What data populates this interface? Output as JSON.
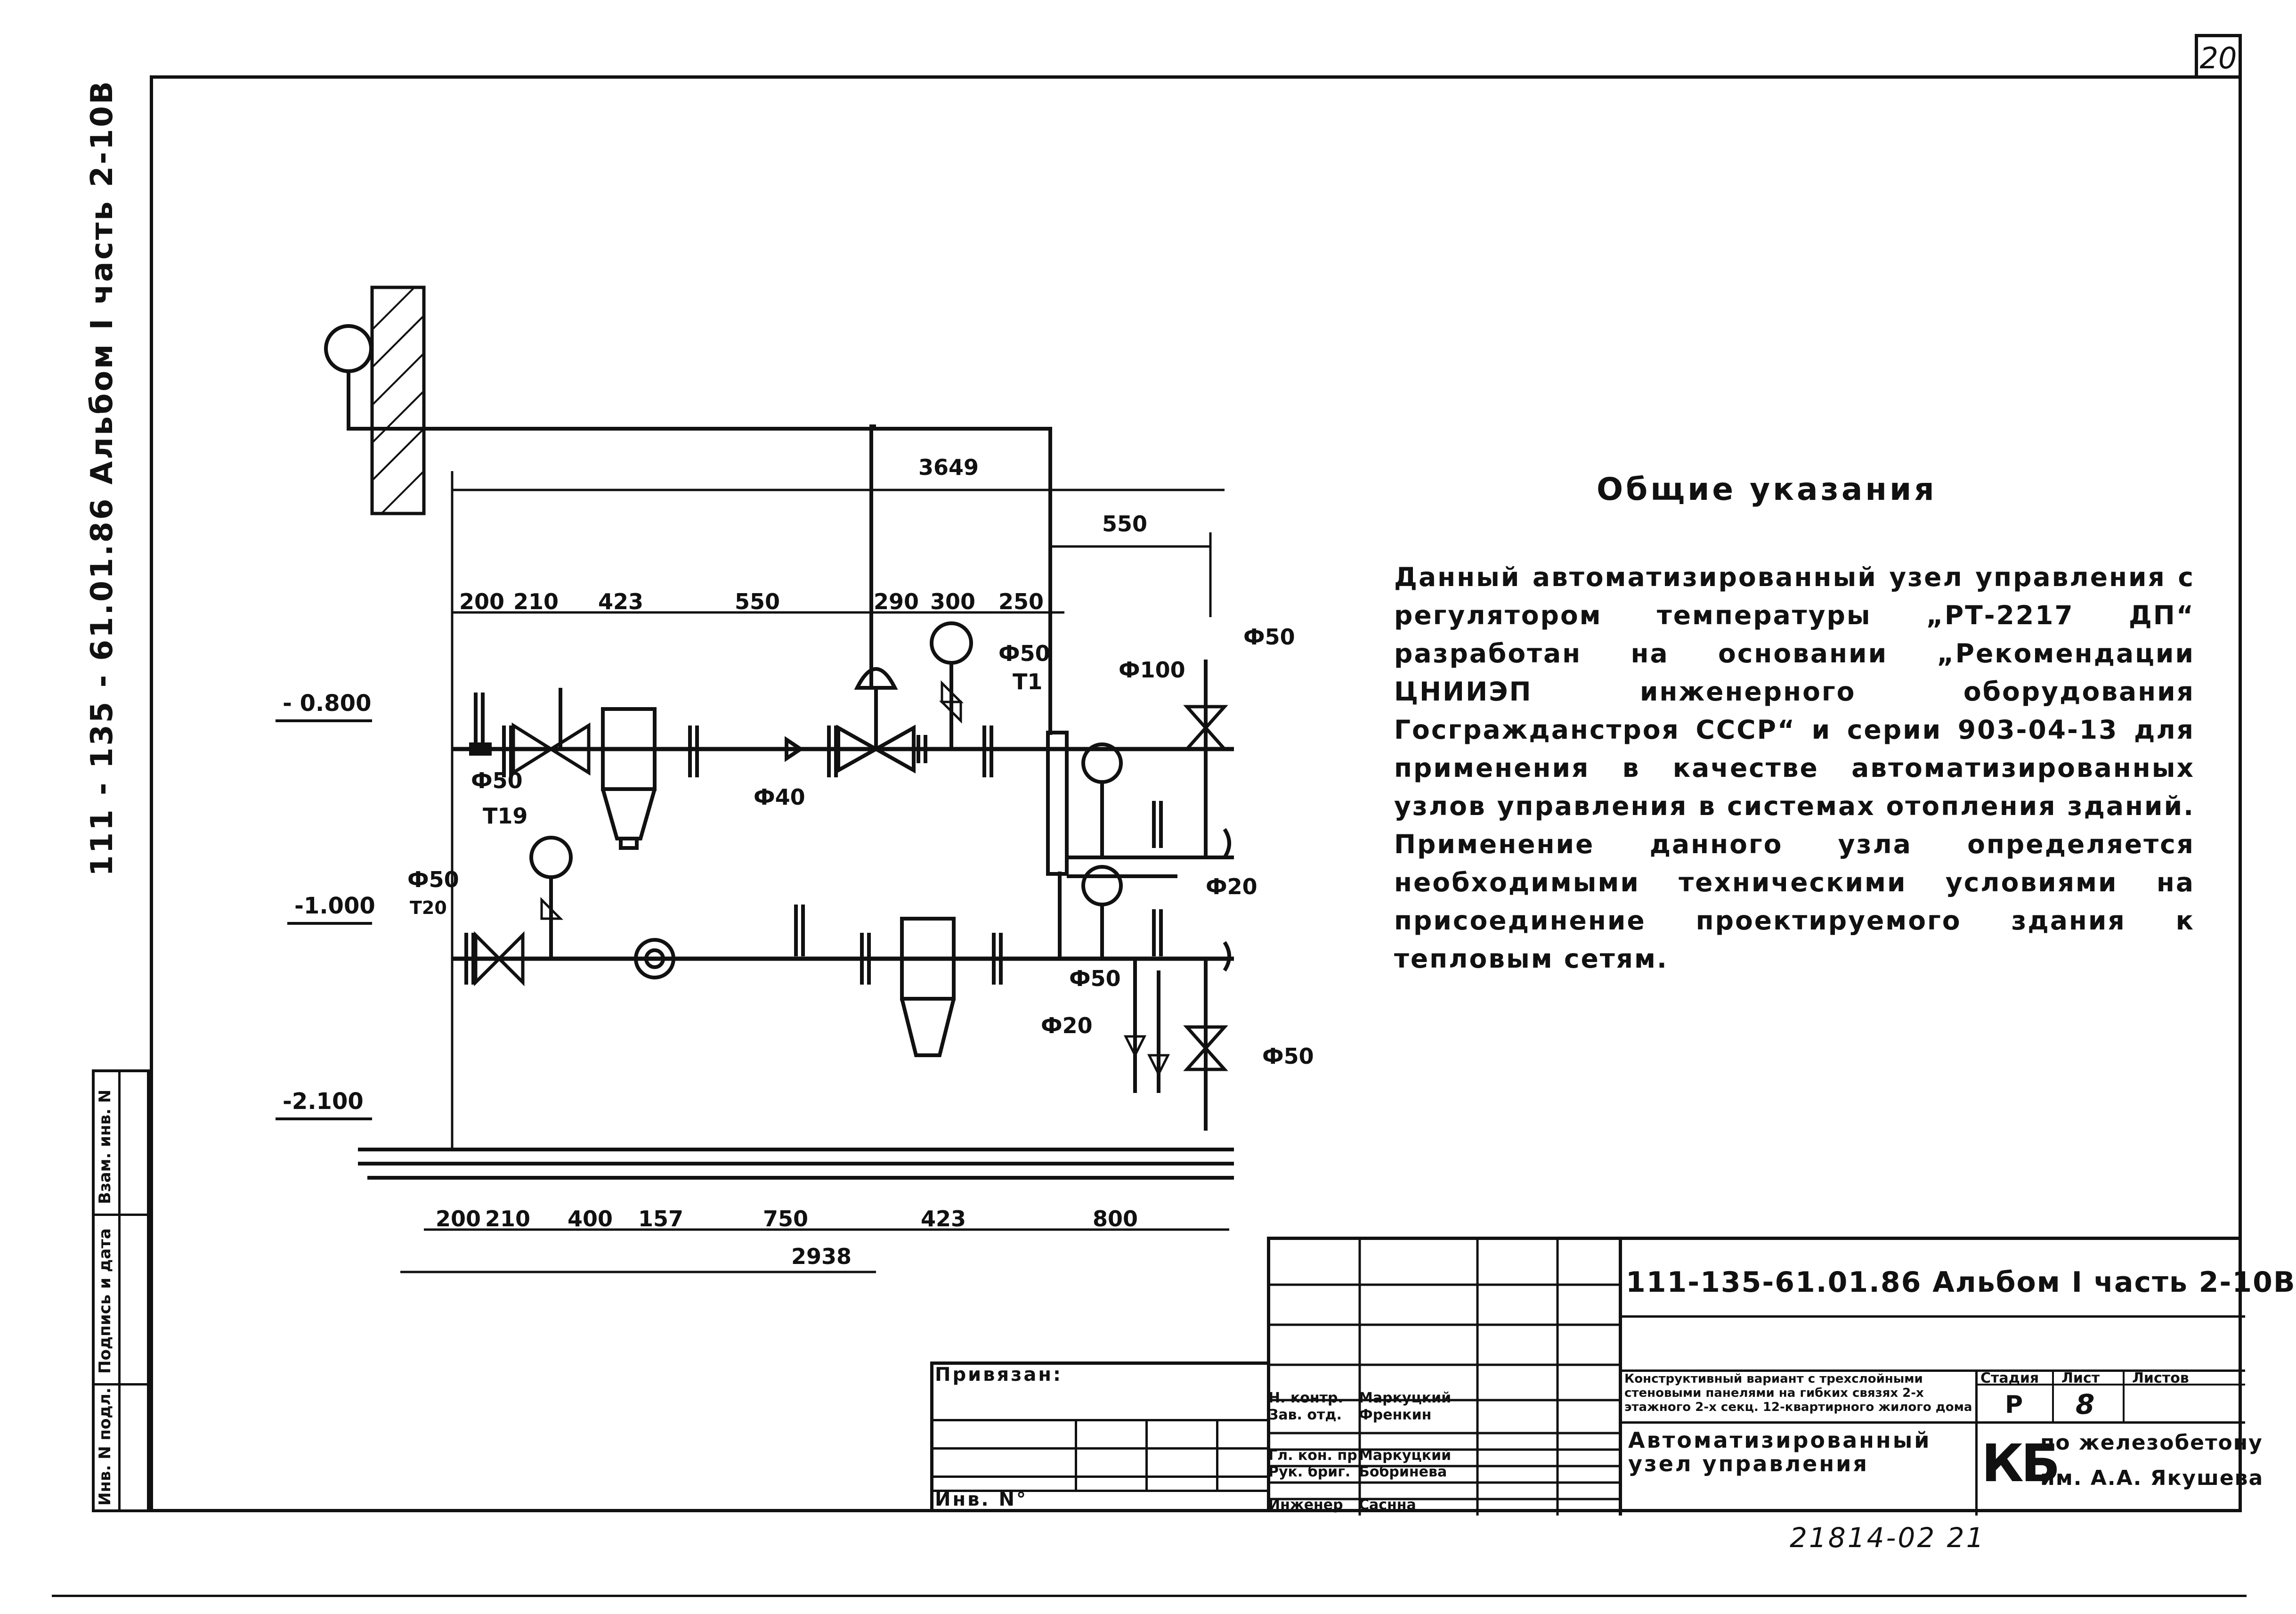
{
  "sheet_number": "20",
  "side_label": "111 - 135 - 61.01.86    Альбом I   часть 2-10В",
  "stamp_column": [
    "Инв. N подл.",
    "Подпись и дата",
    "Взам. инв. N"
  ],
  "drawing": {
    "levels": [
      "- 0.800",
      "-1.000",
      "-2.100"
    ],
    "top_dims": [
      "3649",
      "550",
      "200",
      "210",
      "423",
      "550",
      "290",
      "300",
      "250"
    ],
    "bottom_dims": [
      "200",
      "210",
      "400",
      "157",
      "750",
      "423",
      "800"
    ],
    "total_dim": "2938",
    "pipe_labels": [
      "Ф50",
      "Т19",
      "Ф50",
      "Т20",
      "Ф40",
      "Ф50",
      "Т1",
      "Ф100",
      "Ф50",
      "Ф20",
      "Ф50",
      "Ф20",
      "Ф50"
    ]
  },
  "notes": {
    "title": "Общие указания",
    "body": "Данный автоматизированный узел управления с регулятором температуры „РТ-2217 ДП“ разработан на основании „Рекомендации ЦНИИЭП инженерного оборудования Госгражданстроя СССР“ и серии 903-04-13 для применения в качестве автоматизированных узлов управления в системах отопления зданий. Применение данного узла определяется необходимыми техническими условиями на присоединение проектируемого здания к тепловым сетям."
  },
  "title_block": {
    "doc_code": "111-135-61.01.86 Альбом I   часть 2-10В",
    "variant": "Конструктивный вариант с трехслойными стеновыми панелями на гибких связях 2-х этажного 2-х секц. 12-квартирного жилого дома",
    "title": "Автоматизированный узел управления",
    "stage_header": "Стадия",
    "sheet_header": "Лист",
    "sheets_header": "Листов",
    "stage": "Р",
    "sheet": "8",
    "sheets": "",
    "org_abbr": "КБ",
    "org_line1": "по железобетону",
    "org_line2": "им. А.А. Якушева",
    "bound_label": "Привязан:",
    "inv_label": "Инв. N°",
    "signers": [
      {
        "role": "Н. контр.",
        "name": "Маркуцкий"
      },
      {
        "role": "Зав. отд.",
        "name": "Френкин"
      },
      {
        "role": "Гл. кон. пр.",
        "name": "Маркуцкий"
      },
      {
        "role": "Рук. бриг.",
        "name": "Бобринева"
      },
      {
        "role": "Инженер",
        "name": "Саснна"
      }
    ]
  },
  "footer_number": "21814-02   21"
}
